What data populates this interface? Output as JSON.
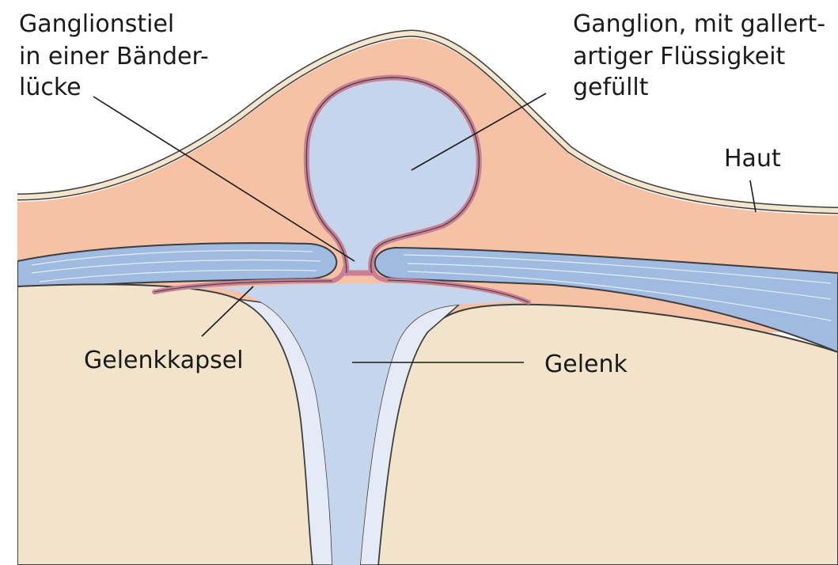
{
  "labels": {
    "ganglionstiel": [
      "Ganglionstiel",
      "in einer Bänder-",
      "lücke"
    ],
    "ganglion": [
      "Ganglion, mit gallert-",
      "artiger Flüssigkeit",
      "gefüllt"
    ],
    "haut": "Haut",
    "gelenkkapsel": "Gelenkkapsel",
    "gelenk": "Gelenk"
  },
  "colors": {
    "skin_line": "#f3e6cf",
    "soft_tissue": "#f6c2a6",
    "ligament": "#9fbbe0",
    "fluid": "#c5d6ec",
    "capsule": "#c97f95",
    "bone": "#f1e4cb",
    "cartilage": "#e4ebf6",
    "outline": "#3c3c3c"
  }
}
